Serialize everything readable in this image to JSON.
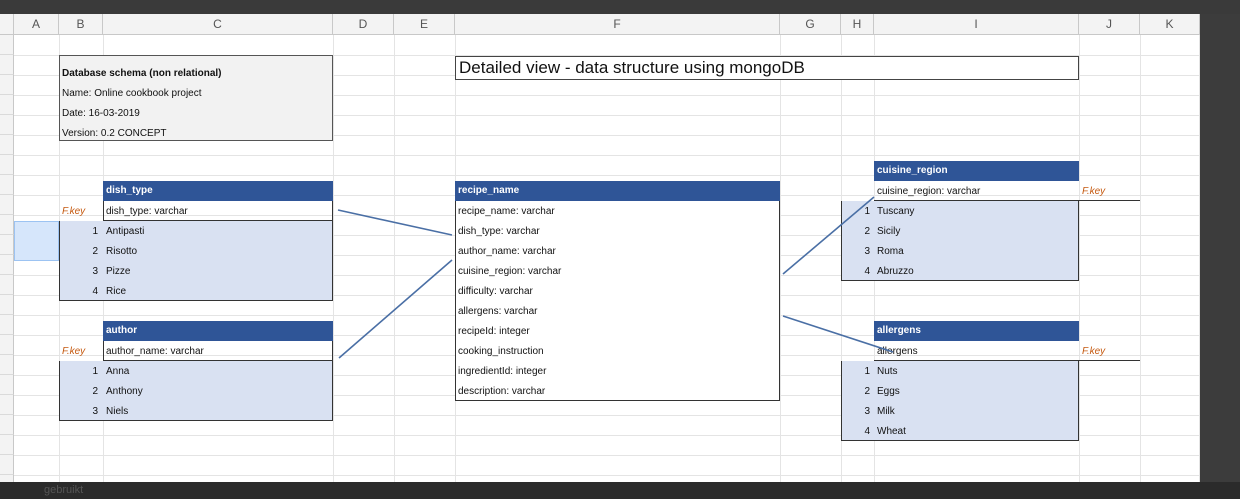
{
  "columns": [
    "A",
    "B",
    "C",
    "D",
    "E",
    "F",
    "G",
    "H",
    "I",
    "J",
    "K"
  ],
  "info": {
    "title": "Database schema (non relational)",
    "name": "Name: Online cookbook project",
    "date": "Date: 16-03-2019",
    "version": "Version: 0.2 CONCEPT"
  },
  "heading": "Detailed view  - data structure using mongoDB",
  "fkey_label": "F.key",
  "dish_type": {
    "header": "dish_type",
    "field": "dish_type: varchar",
    "items": [
      {
        "n": "1",
        "v": "Antipasti"
      },
      {
        "n": "2",
        "v": "Risotto"
      },
      {
        "n": "3",
        "v": "Pizze"
      },
      {
        "n": "4",
        "v": "Rice"
      }
    ]
  },
  "author": {
    "header": "author",
    "field": "author_name: varchar",
    "items": [
      {
        "n": "1",
        "v": "Anna"
      },
      {
        "n": "2",
        "v": "Anthony"
      },
      {
        "n": "3",
        "v": "Niels"
      }
    ]
  },
  "recipe": {
    "header": "recipe_name",
    "fields": [
      "recipe_name: varchar",
      "dish_type: varchar",
      "author_name: varchar",
      "cuisine_region: varchar",
      "difficulty: varchar",
      "allergens: varchar",
      "recipeId: integer",
      "cooking_instruction",
      "ingredientId: integer",
      "description: varchar"
    ]
  },
  "cuisine_region": {
    "header": "cuisine_region",
    "field": "cuisine_region: varchar",
    "items": [
      {
        "n": "1",
        "v": "Tuscany"
      },
      {
        "n": "2",
        "v": "Sicily"
      },
      {
        "n": "3",
        "v": "Roma"
      },
      {
        "n": "4",
        "v": "Abruzzo"
      }
    ]
  },
  "allergens": {
    "header": "allergens",
    "field": "allergens",
    "items": [
      {
        "n": "1",
        "v": "Nuts"
      },
      {
        "n": "2",
        "v": "Eggs"
      },
      {
        "n": "3",
        "v": "Milk"
      },
      {
        "n": "4",
        "v": "Wheat"
      }
    ]
  },
  "footer": "gebruikt",
  "colors": {
    "header": "#2f5597",
    "list_bg": "#d9e1f2",
    "info_bg": "#f2f2f2",
    "fkey": "#c55a11",
    "connector": "#4a6fa5"
  }
}
